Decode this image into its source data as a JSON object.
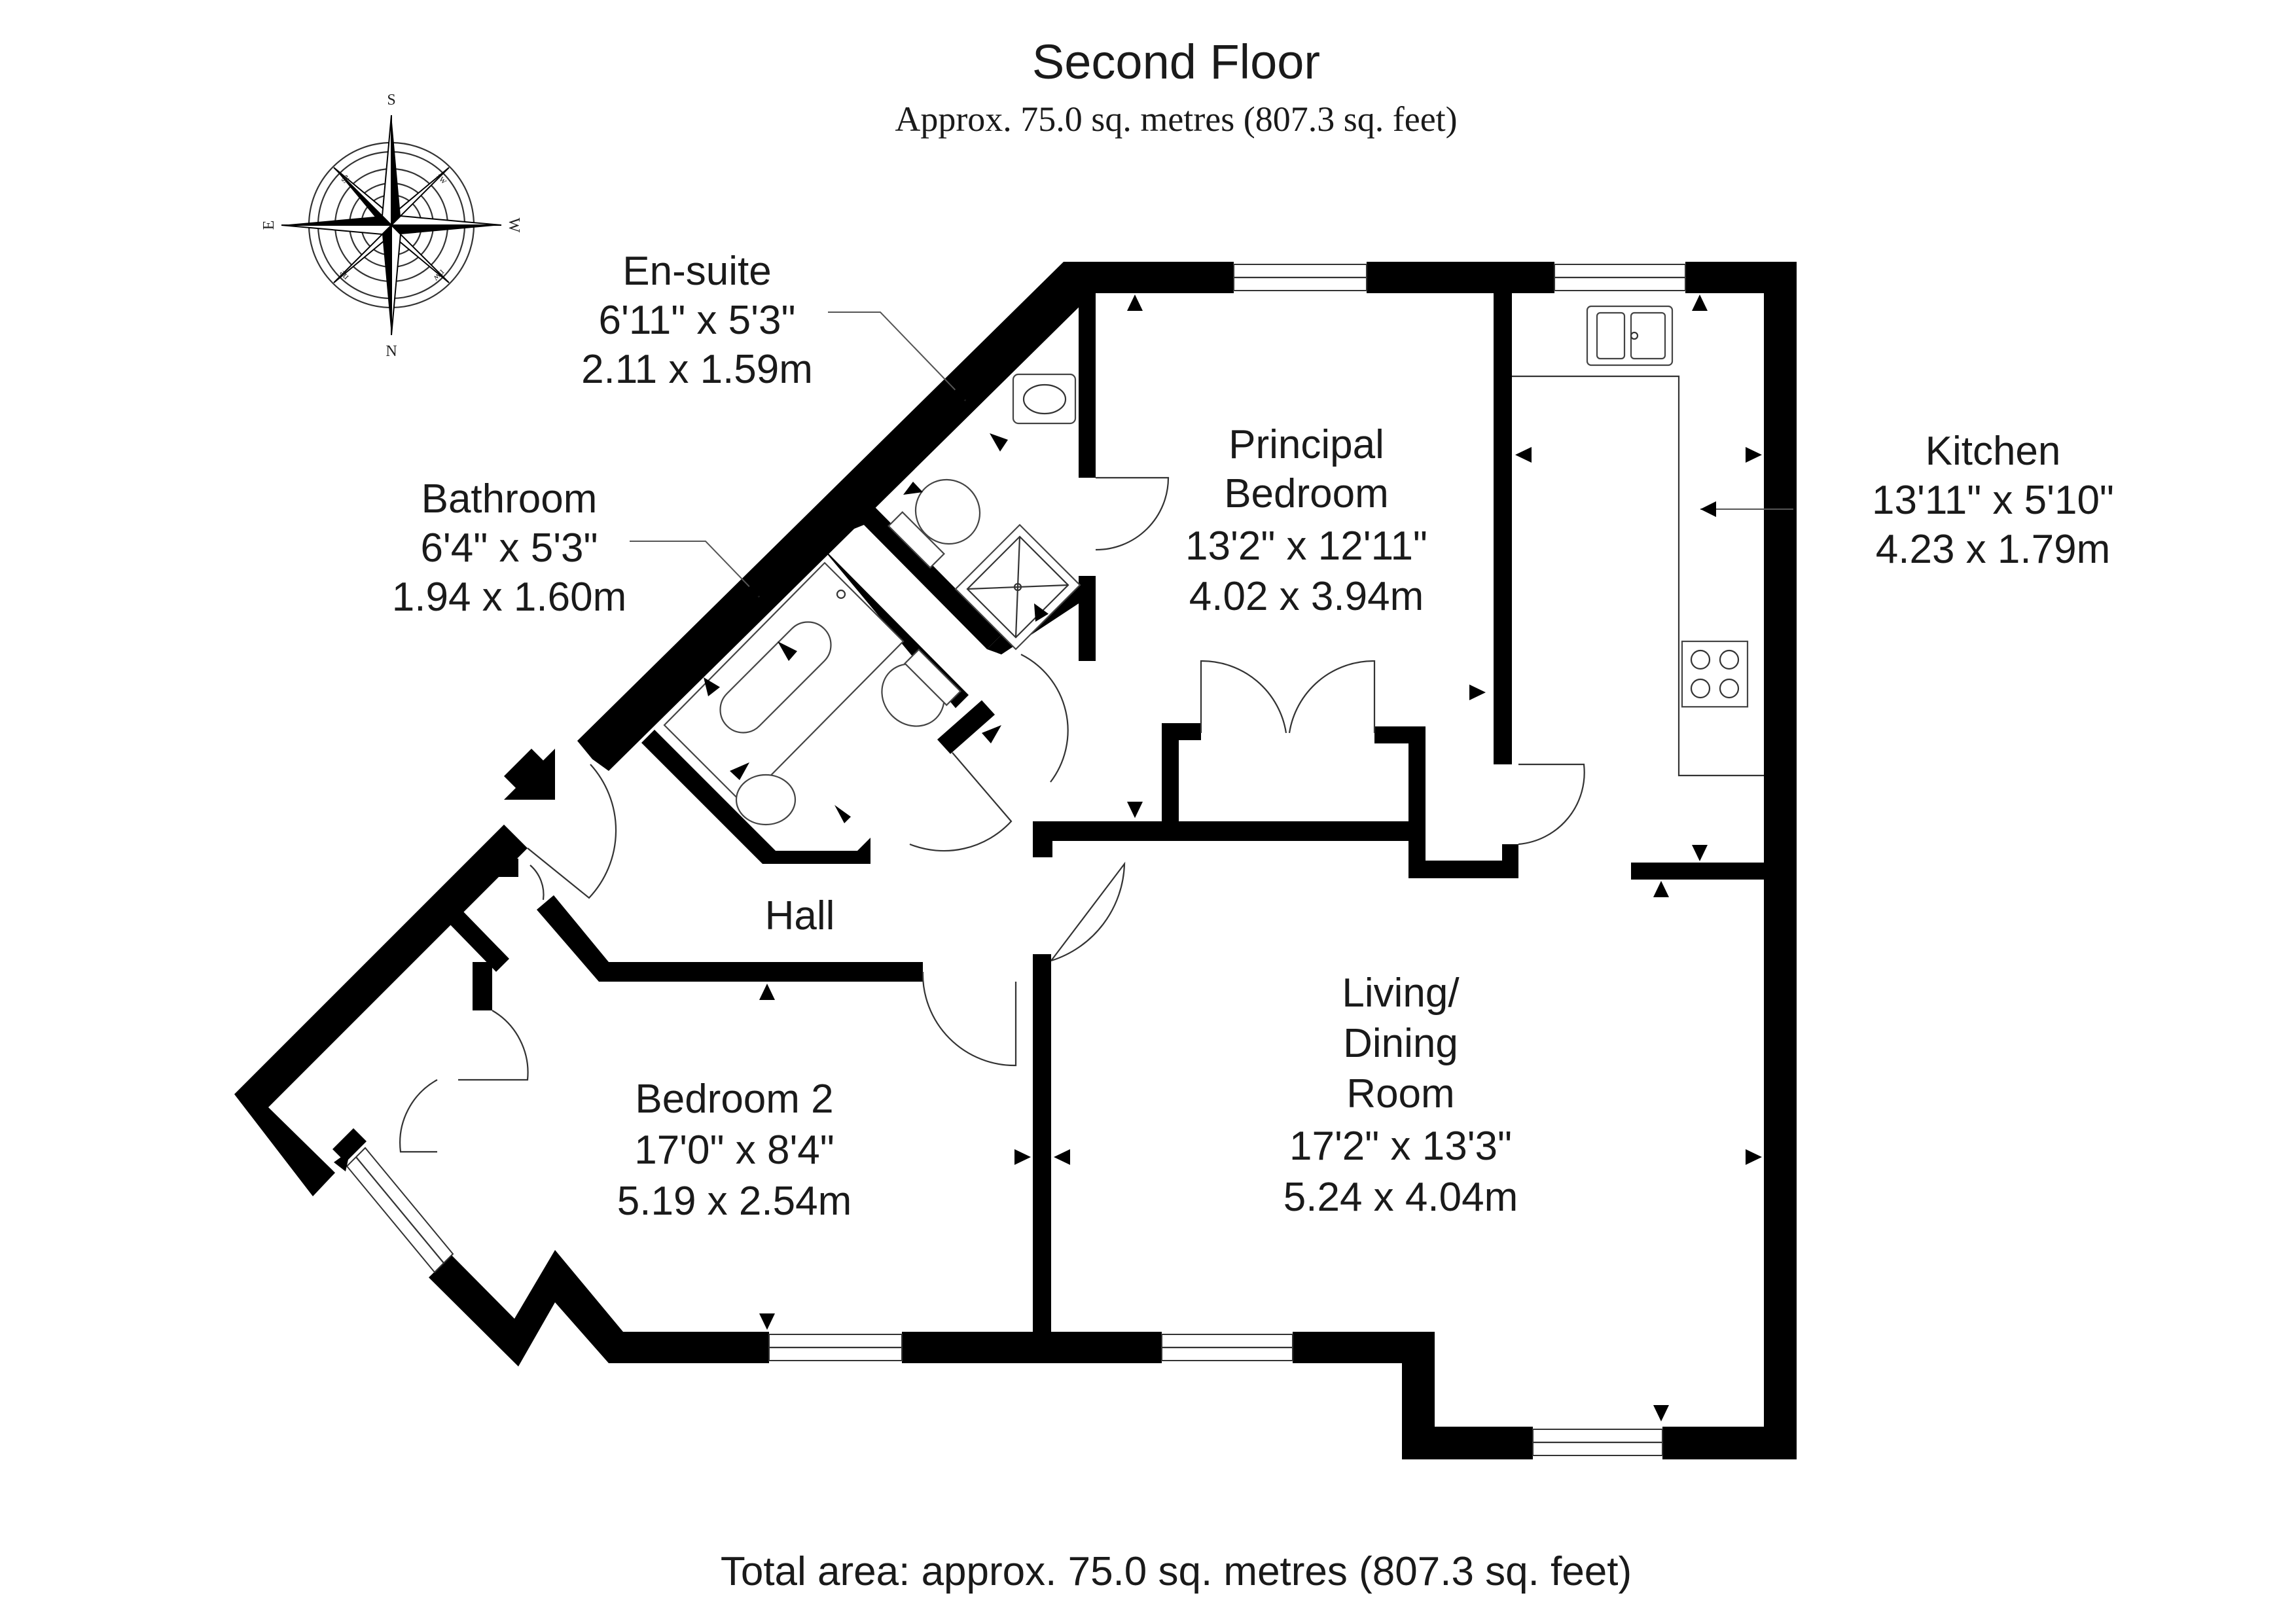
{
  "header": {
    "title": "Second Floor",
    "subtitle": "Approx. 75.0 sq. metres (807.3 sq. feet)"
  },
  "footer": {
    "total": "Total area: approx. 75.0 sq. metres (807.3 sq. feet)"
  },
  "compass": {
    "letters": {
      "s": "S",
      "w": "W",
      "n": "N",
      "e": "E"
    },
    "sub": {
      "se": "se",
      "sw": "sw",
      "nw": "nw",
      "ne": "ne"
    }
  },
  "rooms": {
    "ensuite": {
      "name": "En-suite",
      "imperial": "6'11\" x 5'3\"",
      "metric": "2.11 x 1.59m"
    },
    "bathroom": {
      "name": "Bathroom",
      "imperial": "6'4\" x 5'3\"",
      "metric": "1.94 x 1.60m"
    },
    "principal": {
      "name1": "Principal",
      "name2": "Bedroom",
      "imperial": "13'2\" x 12'11\"",
      "metric": "4.02 x 3.94m"
    },
    "kitchen": {
      "name": "Kitchen",
      "imperial": "13'11\" x 5'10\"",
      "metric": "4.23 x 1.79m"
    },
    "hall": {
      "name": "Hall"
    },
    "bedroom2": {
      "name": "Bedroom 2",
      "imperial": "17'0\" x 8'4\"",
      "metric": "5.19 x 2.54m"
    },
    "living": {
      "name1": "Living/",
      "name2": "Dining",
      "name3": "Room",
      "imperial": "17'2\" x 13'3\"",
      "metric": "5.24 x 4.04m"
    }
  }
}
